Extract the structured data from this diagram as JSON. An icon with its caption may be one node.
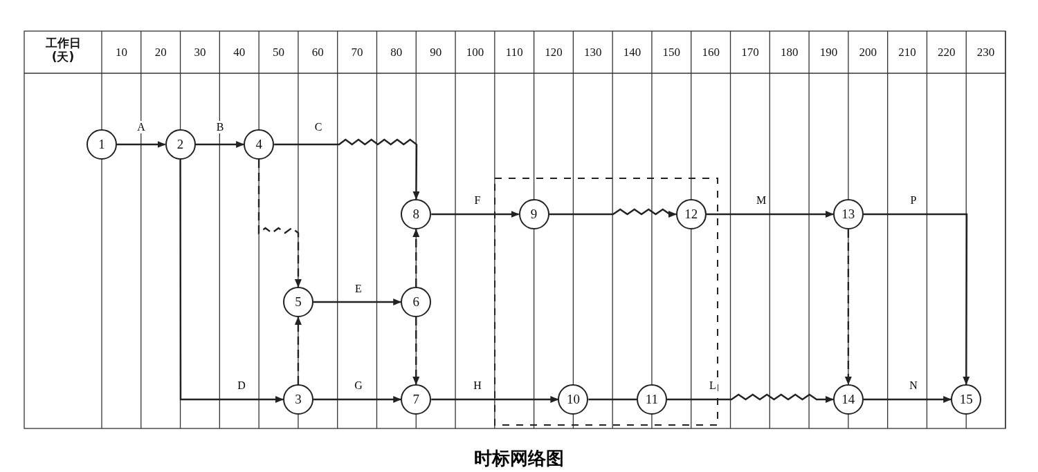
{
  "diagram": {
    "caption": "时标网络图",
    "nodes": [
      {
        "text": [
          "1"
        ]
      },
      {
        "text": [
          "2"
        ]
      },
      {
        "text": [
          "3"
        ]
      },
      {
        "text": [
          "4"
        ]
      },
      {
        "text": [
          "5"
        ]
      },
      {
        "text": [
          "6"
        ]
      },
      {
        "text": [
          "7"
        ]
      },
      {
        "text": [
          "8"
        ]
      },
      {
        "text": [
          "9"
        ]
      },
      {
        "text": [
          "10"
        ]
      },
      {
        "text": [
          "11"
        ]
      },
      {
        "text": [
          "12"
        ]
      },
      {
        "text": [
          "13"
        ]
      },
      {
        "text": [
          "14"
        ]
      },
      {
        "text": [
          "15"
        ]
      }
    ],
    "edges": [
      {
        "from": 0,
        "to": 1,
        "arrow": "to",
        "label": "A"
      },
      {
        "from": 1,
        "to": 3,
        "arrow": "to",
        "label": "B"
      },
      {
        "from": 3,
        "to": 7,
        "arrow": "to",
        "label": "C"
      },
      {
        "from": 1,
        "to": 2,
        "arrow": "to",
        "label": "D"
      },
      {
        "from": 3,
        "to": 4,
        "arrow": "to",
        "style": "dashed"
      },
      {
        "from": 2,
        "to": 4,
        "arrow": "to",
        "style": "dashed"
      },
      {
        "from": 4,
        "to": 5,
        "arrow": "to",
        "label": "E"
      },
      {
        "from": 5,
        "to": 7,
        "arrow": "to",
        "style": "dashed"
      },
      {
        "from": 5,
        "to": 6,
        "arrow": "to",
        "style": "dashed"
      },
      {
        "from": 2,
        "to": 6,
        "arrow": "to",
        "label": "G"
      },
      {
        "from": 7,
        "to": 8,
        "arrow": "to",
        "label": "F"
      },
      {
        "from": 6,
        "to": 9,
        "arrow": "to",
        "label": "H"
      },
      {
        "from": 8,
        "to": 11,
        "arrow": "to"
      },
      {
        "from": 9,
        "to": 10,
        "arrow": "none"
      },
      {
        "from": 10,
        "to": 13,
        "arrow": "to",
        "label": "L"
      },
      {
        "from": 11,
        "to": 12,
        "arrow": "to",
        "label": "M"
      },
      {
        "from": 12,
        "to": 14,
        "arrow": "to",
        "label": "P"
      },
      {
        "from": 12,
        "to": 13,
        "arrow": "to",
        "style": "dashed"
      },
      {
        "from": 13,
        "to": 14,
        "arrow": "to",
        "label": "N"
      }
    ],
    "labels": [
      "工作日(天)",
      "10",
      "20",
      "30",
      "40",
      "50",
      "60",
      "70",
      "80",
      "90",
      "100",
      "110",
      "120",
      "130",
      "140",
      "150",
      "160",
      "170",
      "180",
      "190",
      "200",
      "210",
      "220",
      "230"
    ]
  }
}
